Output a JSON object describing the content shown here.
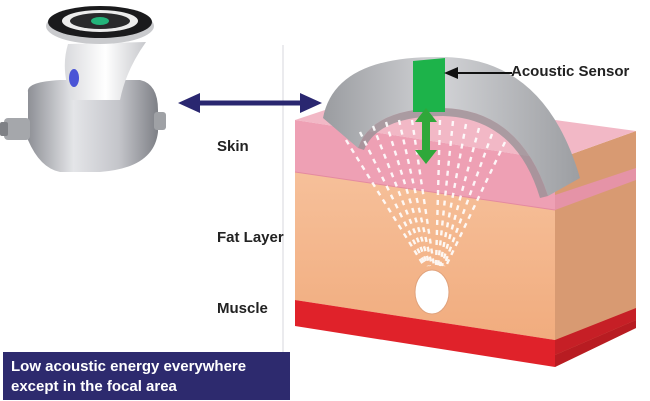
{
  "labels": {
    "sensor": "Acoustic Sensor",
    "skin": "Skin",
    "fat": "Fat Layer",
    "muscle": "Muscle"
  },
  "caption": {
    "line1": "Low acoustic energy everywhere",
    "line2": "except in the focal area"
  },
  "colors": {
    "arrow_navy": "#2a2770",
    "skin_pink": "#eea0b4",
    "fat_peach": "#f4b386",
    "muscle_red": "#e0222a",
    "sensor_green": "#1db34a",
    "device_grey": "#c8c8cc",
    "caption_bg": "#2d2a6e"
  },
  "icons": {
    "device": "ultrasound-handpiece-icon",
    "focal": "focal-zone-icon"
  }
}
